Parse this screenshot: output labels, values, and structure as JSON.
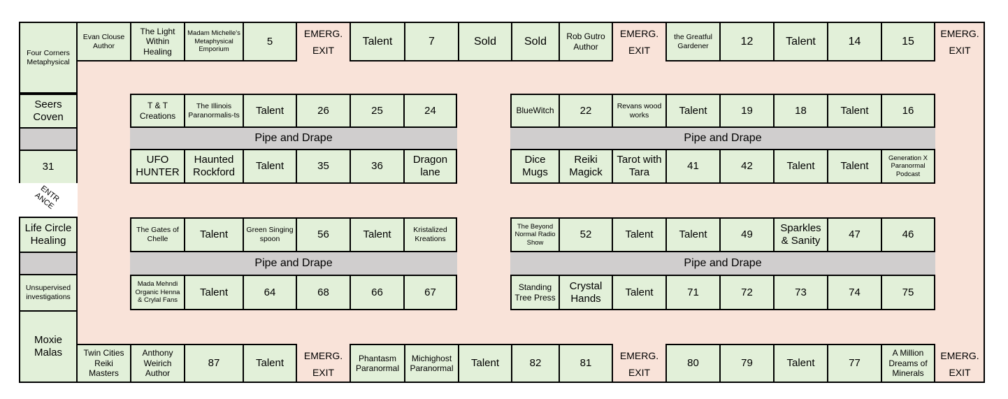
{
  "booths": {
    "four_corners": "Four Corners Metaphysical",
    "seers_coven": "Seers Coven",
    "b31": "31",
    "life_circle": "Life Circle Healing",
    "unsupervised": "Unsupervised investigations",
    "moxie": "Moxie Malas",
    "evan": "Evan Clouse Author",
    "light_within": "The Light Within Healing",
    "madam": "Madam Michelle's Metaphysical Emporium",
    "b5": "5",
    "t_top_a": "Talent",
    "b7": "7",
    "sold1": "Sold",
    "sold2": "Sold",
    "rob": "Rob Gutro Author",
    "greatful": "the Greatful Gardener",
    "b12": "12",
    "t_top_b": "Talent",
    "b14": "14",
    "b15": "15",
    "tt": "T & T Creations",
    "illinois": "The Illinois Paranormalis-ts",
    "t_r1": "Talent",
    "b26": "26",
    "b25": "25",
    "b24": "24",
    "bluewitch": "BlueWitch",
    "b22": "22",
    "revans": "Revans wood works",
    "t_r2": "Talent",
    "b19": "19",
    "b18": "18",
    "t_r3": "Talent",
    "b16": "16",
    "ufo": "UFO HUNTER",
    "haunted": "Haunted Rockford",
    "t_r4": "Talent",
    "b35": "35",
    "b36": "36",
    "dragon": "Dragon lane",
    "dice": "Dice Mugs",
    "reiki_magick": "Reiki Magick",
    "tarot": "Tarot with Tara",
    "b41": "41",
    "b42": "42",
    "t_r5": "Talent",
    "t_r6": "Talent",
    "genx": "Generation X Paranormal Podcast",
    "gates": "The Gates of Chelle",
    "t_r7": "Talent",
    "green": "Green Singing spoon",
    "b56": "56",
    "t_r8": "Talent",
    "kristal": "Kristalized Kreations",
    "beyond": "The Beyond Normal Radio Show",
    "b52": "52",
    "t_r9": "Talent",
    "t_r10": "Talent",
    "b49": "49",
    "sparkles": "Sparkles & Sanity",
    "b47": "47",
    "b46": "46",
    "mada": "Mada Mehndi Organic Henna & Crylal Fans",
    "t_r11": "Talent",
    "b64": "64",
    "b68": "68",
    "b66": "66",
    "b67": "67",
    "standing": "Standing Tree Press",
    "crystal": "Crystal Hands",
    "t_r12": "Talent",
    "b71": "71",
    "b72": "72",
    "b73": "73",
    "b74": "74",
    "b75": "75",
    "twin": "Twin Cities Reiki Masters",
    "anthony": "Anthony Weirich Author",
    "b87": "87",
    "t_bot_a": "Talent",
    "phantasm": "Phantasm Paranormal",
    "michighost": "Michighost Paranormal",
    "t_bot_b": "Talent",
    "b82": "82",
    "b81": "81",
    "b80": "80",
    "b79": "79",
    "t_bot_c": "Talent",
    "b77": "77",
    "million": "A Million Dreams of Minerals"
  },
  "drape_label": "Pipe and Drape",
  "exit": {
    "line1": "EMERG.",
    "line2": "EXIT"
  },
  "entrance": {
    "line1": "ENTR",
    "line2": "ANCE"
  },
  "colors": {
    "booth": "#e2f0d9",
    "floor": "#f9e3d9",
    "drape": "#d0cece"
  }
}
